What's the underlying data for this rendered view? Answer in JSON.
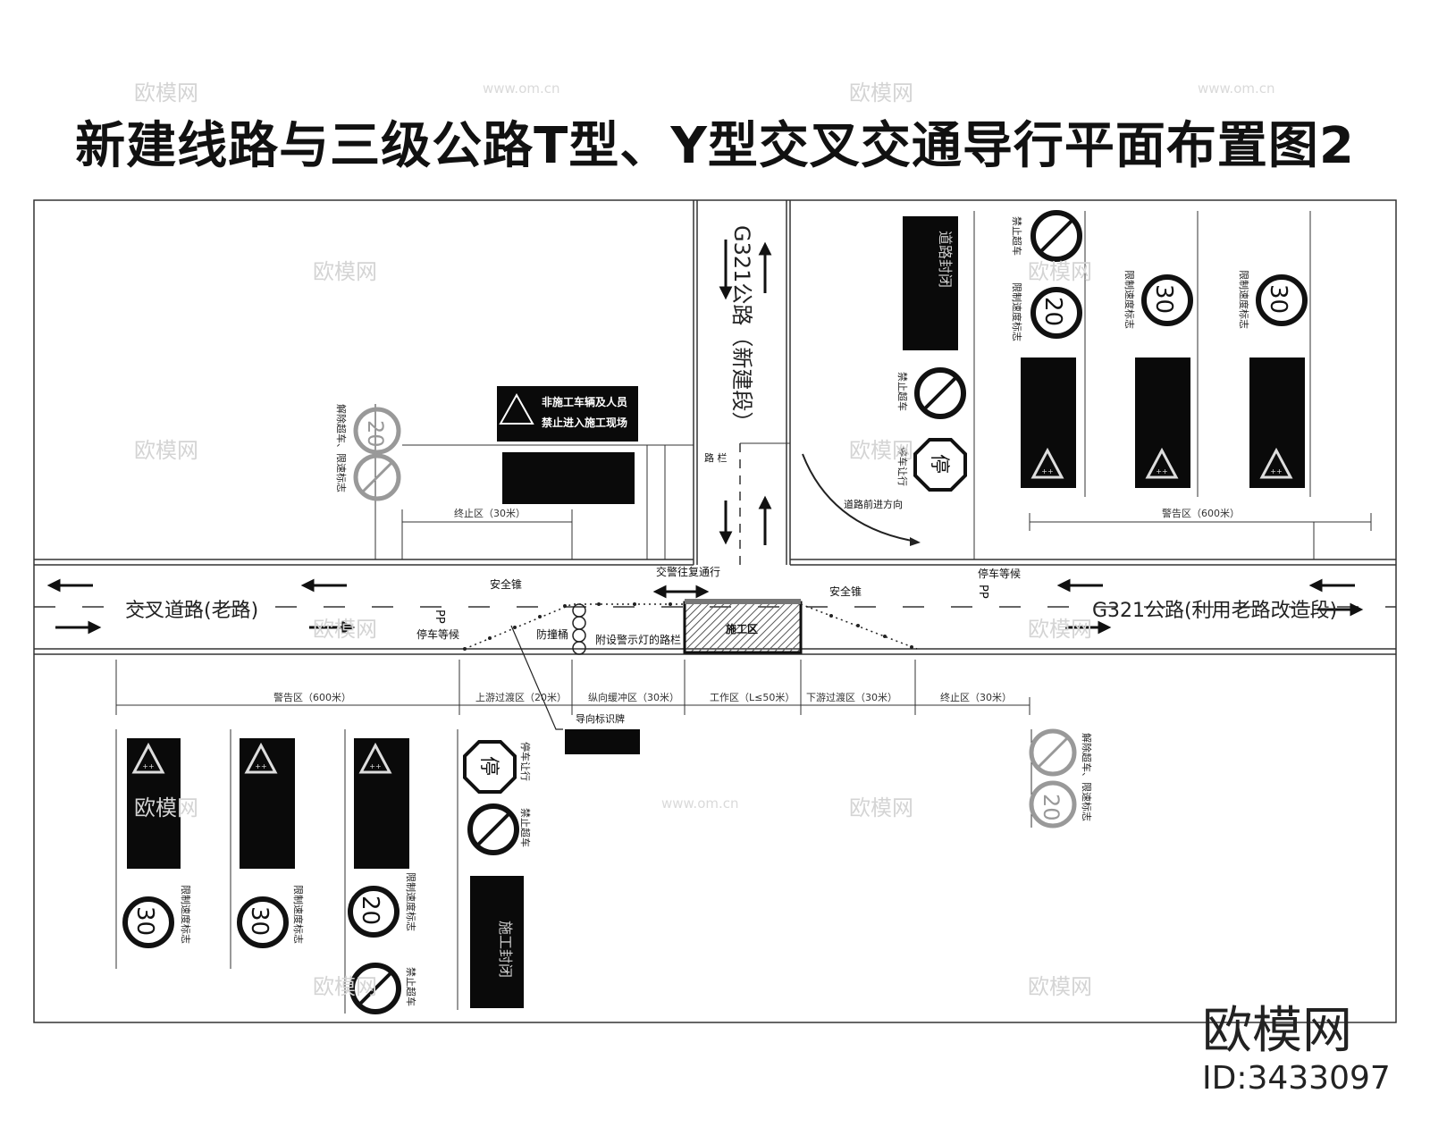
{
  "title": "新建线路与三级公路T型、Y型交叉交通导行平面布置图2",
  "roads": {
    "new_road": "G321公路（新建段）",
    "crossing": "交叉道路(老路)",
    "g321_old": "G321公路(利用老路改造段)"
  },
  "labels": {
    "safety_cone_1": "安全锥",
    "safety_cone_2": "安全锥",
    "stop_wait_1": "停车等候",
    "stop_wait_2": "停车等候",
    "anti_collision": "防撞桶",
    "barrier_lights": "附设警示灯的路栏",
    "work_area": "施工区",
    "two_way": "交警往复通行",
    "road_direction": "道路前进方向",
    "guide_sign": "导向标识牌",
    "road_barrier_mark": "路 栏",
    "pp_left": "PP",
    "pp_right": "PP"
  },
  "zones": {
    "warning": "警告区（600米）",
    "upstream": "上游过渡区（20米）",
    "buffer": "纵向缓冲区（30米）",
    "work": "工作区（L≤50米）",
    "downstream": "下游过渡区（30米）",
    "end": "终止区（30米）",
    "end_top": "终止区（30米）",
    "warning_top": "警告区（600米）"
  },
  "signs": {
    "banner_line1": "非施工车辆及人员",
    "banner_line2": "禁止进入施工现场",
    "no_overtake": "禁止超车",
    "stop_yield": "停车让行",
    "speed_limit_label": "限制速度标志",
    "release": "解除超车、限速标志",
    "stop_char": "停",
    "speed_20": "20",
    "speed_30": "30",
    "closed_a": "道路封闭",
    "closed_b": "施工封闭"
  },
  "watermarks": {
    "brand": "欧模网",
    "url": "www.om.cn"
  },
  "footer": {
    "brand": "欧模网",
    "id": "ID:3433097"
  },
  "colors": {
    "line": "#333333",
    "sign_black": "#0a0a0a",
    "hatch": "#555555"
  }
}
